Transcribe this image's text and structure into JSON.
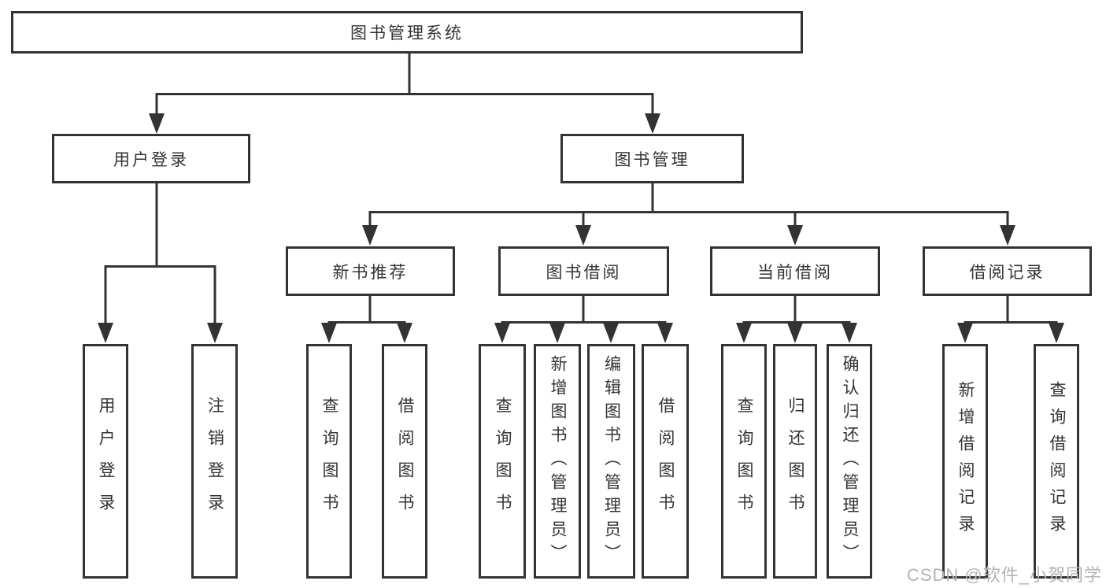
{
  "diagram_title": "图书管理系统",
  "tree": {
    "root": "图书管理系统",
    "branches": [
      {
        "label": "用户登录",
        "children": [
          "用户登录",
          "注销登录"
        ]
      },
      {
        "label": "图书管理",
        "children": [
          {
            "label": "新书推荐",
            "children": [
              "查询图书",
              "借阅图书"
            ]
          },
          {
            "label": "图书借阅",
            "children": [
              "查询图书",
              "新增图书（管理员）",
              "编辑图书（管理员）",
              "借阅图书"
            ]
          },
          {
            "label": "当前借阅",
            "children": [
              "查询图书",
              "归还图书",
              "确认归还（管理员）"
            ]
          },
          {
            "label": "借阅记录",
            "children": [
              "新增借阅记录",
              "查询借阅记录"
            ]
          }
        ]
      }
    ]
  },
  "watermark": "CSDN @软件_小贺同学",
  "colors": {
    "line": "#333333",
    "box_border": "#333333",
    "text": "#333333",
    "watermark": "#b3b3b3",
    "background": "#ffffff"
  }
}
